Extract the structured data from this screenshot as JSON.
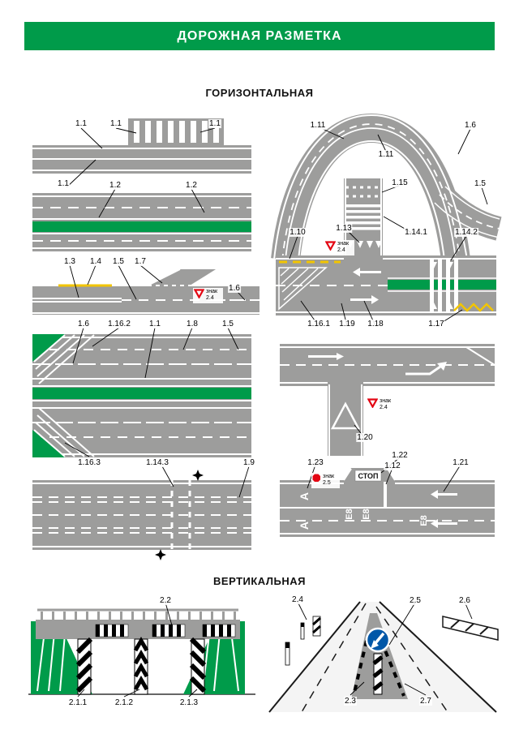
{
  "page": {
    "title": "ДОРОЖНАЯ РАЗМЕТКА"
  },
  "sections": {
    "horizontal": "ГОРИЗОНТАЛЬНАЯ",
    "vertical": "ВЕРТИКАЛЬНАЯ"
  },
  "signs": {
    "give_way_label": "знак 2.4",
    "stop_label": "знак 2.5"
  },
  "road_texts": {
    "stop_word": "СТОП",
    "route_number": "Е8",
    "bus_lane_letter": "А"
  },
  "labels": {
    "h": [
      "1.1",
      "1.1",
      "1.1",
      "1.1",
      "1.2",
      "1.2",
      "1.3",
      "1.4",
      "1.5",
      "1.7",
      "1.6",
      "1.6",
      "1.16.2",
      "1.1",
      "1.8",
      "1.5",
      "1.16.3",
      "1.14.3",
      "1.9",
      "1.11",
      "1.6",
      "1.11",
      "1.5",
      "1.15",
      "1.10",
      "1.13",
      "1.14.1",
      "1.14.2",
      "1.16.1",
      "1.19",
      "1.18",
      "1.17",
      "1.20",
      "1.22",
      "1.23",
      "1.12",
      "1.21"
    ],
    "v": [
      "2.2",
      "2.1.1",
      "2.1.2",
      "2.1.3",
      "2.4",
      "2.5",
      "2.6",
      "2.3",
      "2.7"
    ]
  },
  "colors": {
    "header_green": "#009b4a",
    "road_gray": "#9d9d9c",
    "median_green": "#009b4a",
    "line_white": "#ffffff",
    "line_yellow": "#f2c500",
    "sign_red": "#e30613",
    "sign_blue": "#0057a8"
  }
}
